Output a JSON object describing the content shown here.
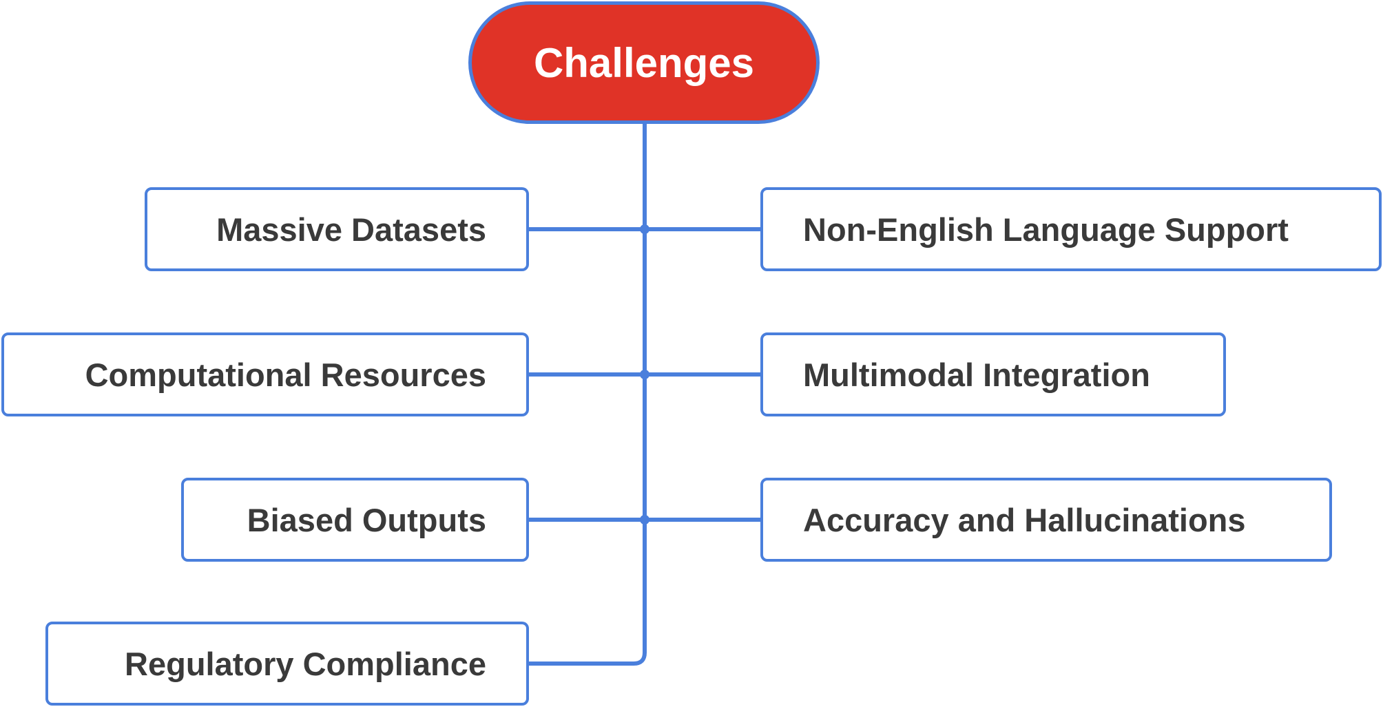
{
  "diagram": {
    "root": {
      "label": "Challenges"
    },
    "left_items": [
      {
        "label": "Massive Datasets"
      },
      {
        "label": "Computational Resources"
      },
      {
        "label": "Biased Outputs"
      },
      {
        "label": "Regulatory Compliance"
      }
    ],
    "right_items": [
      {
        "label": "Non-English Language Support"
      },
      {
        "label": "Multimodal Integration"
      },
      {
        "label": "Accuracy and Hallucinations"
      }
    ],
    "colors": {
      "root_fill": "#e03327",
      "outline": "#4a7fdc",
      "text": "#3a3a3a",
      "root_text": "#ffffff"
    }
  }
}
